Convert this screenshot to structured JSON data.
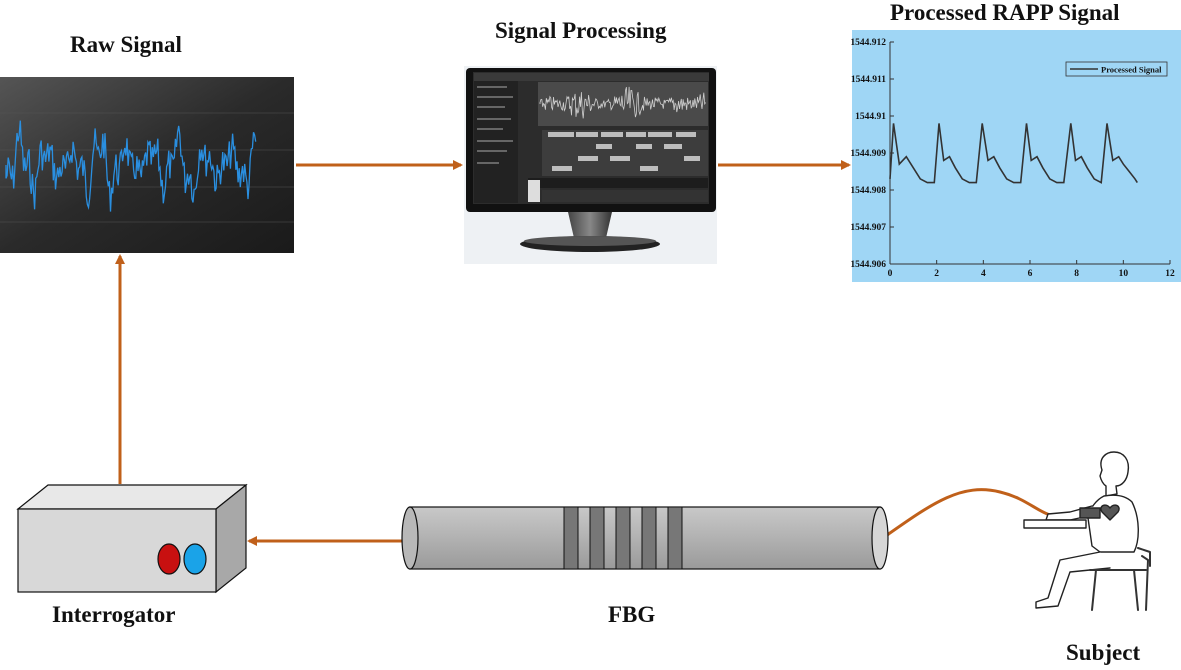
{
  "labels": {
    "raw_signal": "Raw Signal",
    "signal_processing": "Signal Processing",
    "processed_signal": "Processed RAPP Signal",
    "interrogator": "Interrogator",
    "fbg": "FBG",
    "subject": "Subject"
  },
  "colors": {
    "arrow": "#c0601a",
    "plot_bg": "#9fd6f5",
    "raw_bg": "#2e2e2e",
    "raw_wave": "#2a8fe0",
    "box_body": "#dcdcdc",
    "knob_red": "#c81010",
    "knob_blue": "#1aa3e8"
  },
  "chart_data": {
    "type": "line",
    "title": "",
    "xlabel": "",
    "ylabel": "",
    "xlim": [
      0,
      12
    ],
    "ylim": [
      1544.906,
      1544.912
    ],
    "x_ticks": [
      "0",
      "2",
      "4",
      "6",
      "8",
      "10",
      "12"
    ],
    "y_ticks": [
      "1544.906",
      "1544.907",
      "1544.908",
      "1544.909",
      "1544.91",
      "1544.911",
      "1544.912"
    ],
    "legend": "top-right",
    "series": [
      {
        "name": "Processed Signal",
        "x": [
          0.0,
          0.15,
          0.4,
          0.7,
          1.0,
          1.3,
          1.6,
          1.9,
          2.1,
          2.3,
          2.55,
          2.8,
          3.1,
          3.4,
          3.7,
          3.95,
          4.2,
          4.45,
          4.7,
          5.0,
          5.3,
          5.6,
          5.85,
          6.05,
          6.3,
          6.55,
          6.85,
          7.15,
          7.45,
          7.75,
          7.95,
          8.2,
          8.45,
          8.75,
          9.05,
          9.3,
          9.55,
          9.8,
          10.0,
          10.25,
          10.5,
          10.6
        ],
        "values": [
          1544.9083,
          1544.9098,
          1544.9087,
          1544.9089,
          1544.9086,
          1544.9083,
          1544.9082,
          1544.9082,
          1544.9098,
          1544.9088,
          1544.9089,
          1544.9086,
          1544.9083,
          1544.9082,
          1544.9082,
          1544.9098,
          1544.9088,
          1544.9089,
          1544.9086,
          1544.9083,
          1544.9082,
          1544.9082,
          1544.9098,
          1544.9088,
          1544.9089,
          1544.9086,
          1544.9083,
          1544.9082,
          1544.9082,
          1544.9098,
          1544.9088,
          1544.9089,
          1544.9086,
          1544.9083,
          1544.9082,
          1544.9098,
          1544.9088,
          1544.9089,
          1544.9087,
          1544.9085,
          1544.9083,
          1544.9082
        ]
      }
    ]
  }
}
